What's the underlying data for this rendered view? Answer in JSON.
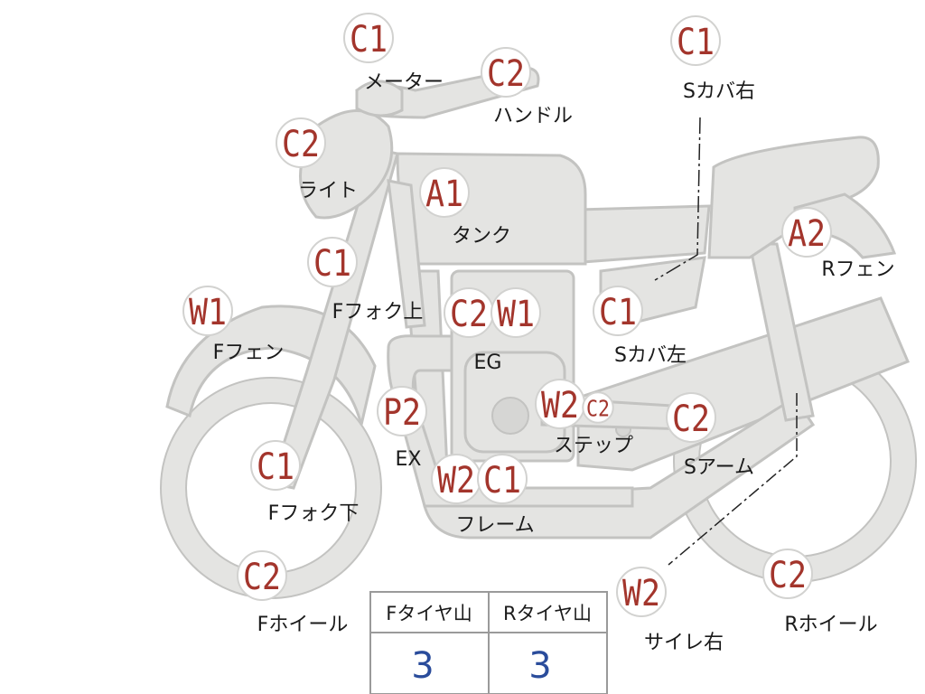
{
  "parts": [
    {
      "id": "meter",
      "grade": "C1",
      "label": "メーター"
    },
    {
      "id": "handle",
      "grade": "C2",
      "label": "ハンドル"
    },
    {
      "id": "light",
      "grade": "C2",
      "label": "ライト"
    },
    {
      "id": "tank",
      "grade": "A1",
      "label": "タンク"
    },
    {
      "id": "fork-upper",
      "grade": "C1",
      "label": "Fフォク上"
    },
    {
      "id": "front-fender",
      "grade": "W1",
      "label": "Fフェン"
    },
    {
      "id": "engine",
      "grade_1": "C2",
      "grade_2": "W1",
      "label": "EG"
    },
    {
      "id": "side-cover-left",
      "grade": "C1",
      "label": "Sカバ左"
    },
    {
      "id": "side-cover-right",
      "grade": "C1",
      "label": "Sカバ右"
    },
    {
      "id": "rear-fender",
      "grade": "A2",
      "label": "Rフェン"
    },
    {
      "id": "exhaust",
      "grade": "P2",
      "label": "EX"
    },
    {
      "id": "step",
      "grade_1": "W2",
      "grade_2": "C2",
      "label": "ステップ"
    },
    {
      "id": "swing-arm",
      "grade": "C2",
      "label": "Sアーム"
    },
    {
      "id": "fork-lower",
      "grade": "C1",
      "label": "Fフォク下"
    },
    {
      "id": "frame",
      "grade_1": "W2",
      "grade_2": "C1",
      "label": "フレーム"
    },
    {
      "id": "front-wheel",
      "grade": "C2",
      "label": "Fホイール"
    },
    {
      "id": "muffler-right",
      "grade": "W2",
      "label": "サイレ右"
    },
    {
      "id": "rear-wheel",
      "grade": "C2",
      "label": "Rホイール"
    }
  ],
  "tire_table": {
    "headers": [
      "Fタイヤ山",
      "Rタイヤ山"
    ],
    "values": [
      "3",
      "3"
    ]
  },
  "colors": {
    "grade_text": "#a3352c",
    "part_fill": "#e4e4e2",
    "tire_value": "#2a4c9b"
  }
}
